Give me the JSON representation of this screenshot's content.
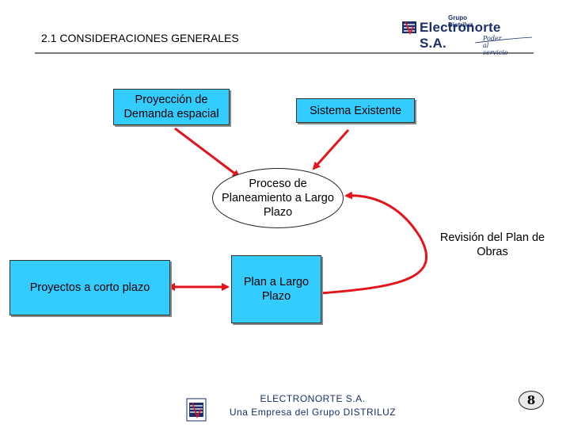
{
  "header": {
    "title": "2.1  CONSIDERACIONES GENERALES",
    "logo_group": "Grupo Distriluz",
    "logo_company": "Electronorte S.A.",
    "logo_slogan": "Poder al servicio"
  },
  "diagram": {
    "proyeccion": "Proyección de Demanda espacial",
    "sistema": "Sistema Existente",
    "proceso": "Proceso de Planeamiento a Largo Plazo",
    "revision": "Revisión del Plan de Obras",
    "corto_plazo": "Proyectos a corto plazo",
    "largo_plazo": "Plan a Largo Plazo"
  },
  "footer": {
    "line1": "ELECTRONORTE S.A.",
    "line2": "Una Empresa del Grupo DISTRILUZ",
    "page_number": "8"
  },
  "colors": {
    "box_fill": "#33ccff",
    "arrow": "#e3141c",
    "brand": "#1a2f6a"
  }
}
